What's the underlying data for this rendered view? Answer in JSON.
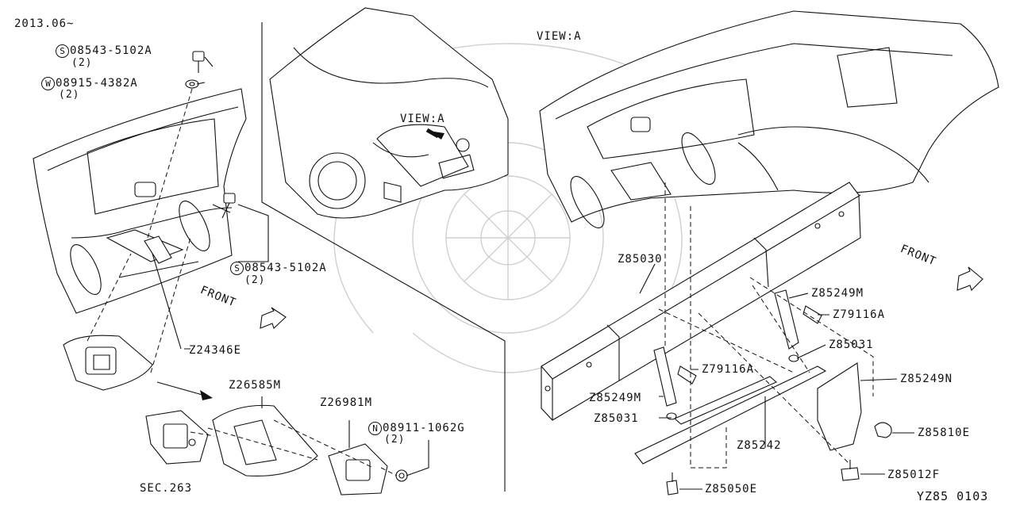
{
  "date_code": "2013.06~",
  "diagram_id": "YZ85 0103",
  "view_label": "VIEW:A",
  "view_pointer": "VIEW:A",
  "front_left": "FRONT",
  "front_right": "FRONT",
  "parts_left": [
    {
      "prefix": "S",
      "number": "08543-5102A",
      "qty": "(2)"
    },
    {
      "prefix": "W",
      "number": "08915-4382A",
      "qty": "(2)"
    },
    {
      "prefix": "S",
      "number": "08543-5102A",
      "qty": "(2)"
    },
    {
      "prefix": "",
      "number": "Z24346E",
      "qty": ""
    },
    {
      "prefix": "",
      "number": "Z26585M",
      "qty": ""
    },
    {
      "prefix": "",
      "number": "Z26981M",
      "qty": ""
    },
    {
      "prefix": "N",
      "number": "08911-1062G",
      "qty": "(2)"
    },
    {
      "prefix": "",
      "number": "SEC.263",
      "qty": ""
    }
  ],
  "parts_right": [
    "Z85030",
    "Z85249M",
    "Z79116A",
    "Z85031",
    "Z79116A",
    "Z85249N",
    "Z85249M",
    "Z85031",
    "Z85242",
    "Z85810E",
    "Z85012F",
    "Z85050E"
  ]
}
